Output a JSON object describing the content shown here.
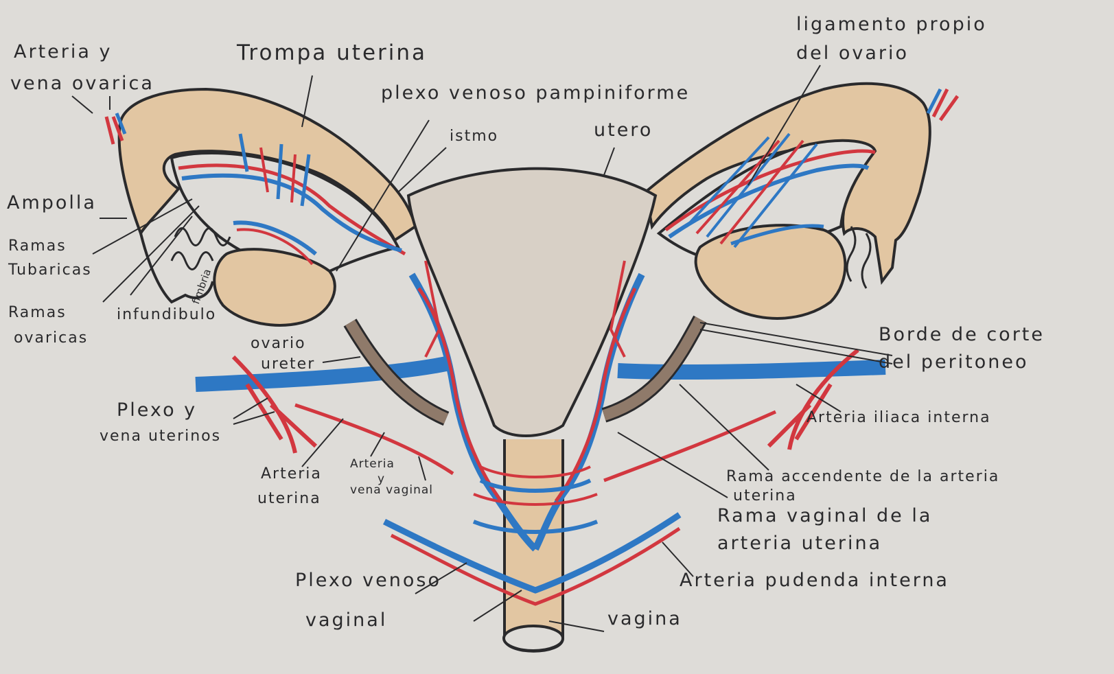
{
  "labels": {
    "arteria_vena_ovarica_1": "Arteria y",
    "arteria_vena_ovarica_2": "vena ovarica",
    "trompa_uterina": "Trompa uterina",
    "ligamento_1": "ligamento propio",
    "ligamento_2": "del ovario",
    "plexo_pampiniforme": "plexo venoso pampiniforme",
    "istmo": "istmo",
    "utero": "utero",
    "ampolla": "Ampolla",
    "ramas_tubaricas_1": "Ramas",
    "ramas_tubaricas_2": "Tubaricas",
    "ramas_ovaricas_1": "Ramas",
    "ramas_ovaricas_2": "ovaricas",
    "infundibulo": "infundibulo",
    "fimbria": "fimbria",
    "ovario": "ovario",
    "ureter": "ureter",
    "borde_1": "Borde de corte",
    "borde_2": "del peritoneo",
    "plexo_uterinos_1": "Plexo y",
    "plexo_uterinos_2": "vena uterinos",
    "arteria_iliaca": "Arteria iliaca interna",
    "arteria_uterina_1": "Arteria",
    "arteria_uterina_2": "uterina",
    "arteria_vaginal_1": "Arteria",
    "arteria_vaginal_2": "y",
    "arteria_vaginal_3": "vena vaginal",
    "rama_ascendente_1": "Rama accendente de la arteria",
    "rama_ascendente_2": "uterina",
    "rama_vaginal_1": "Rama vaginal de la",
    "rama_vaginal_2": "arteria uterina",
    "arteria_pudenda": "Arteria pudenda interna",
    "plexo_vaginal_1": "Plexo venoso",
    "plexo_vaginal_2": "vaginal",
    "vagina": "vagina"
  },
  "colors": {
    "paper": "#dedcd8",
    "tissue": "#e2c6a2",
    "uterus": "#d8d0c6",
    "artery": "#d2373f",
    "vein": "#2e78c4",
    "ureter": "#8f7a6a",
    "outline": "#2a2a2c"
  }
}
